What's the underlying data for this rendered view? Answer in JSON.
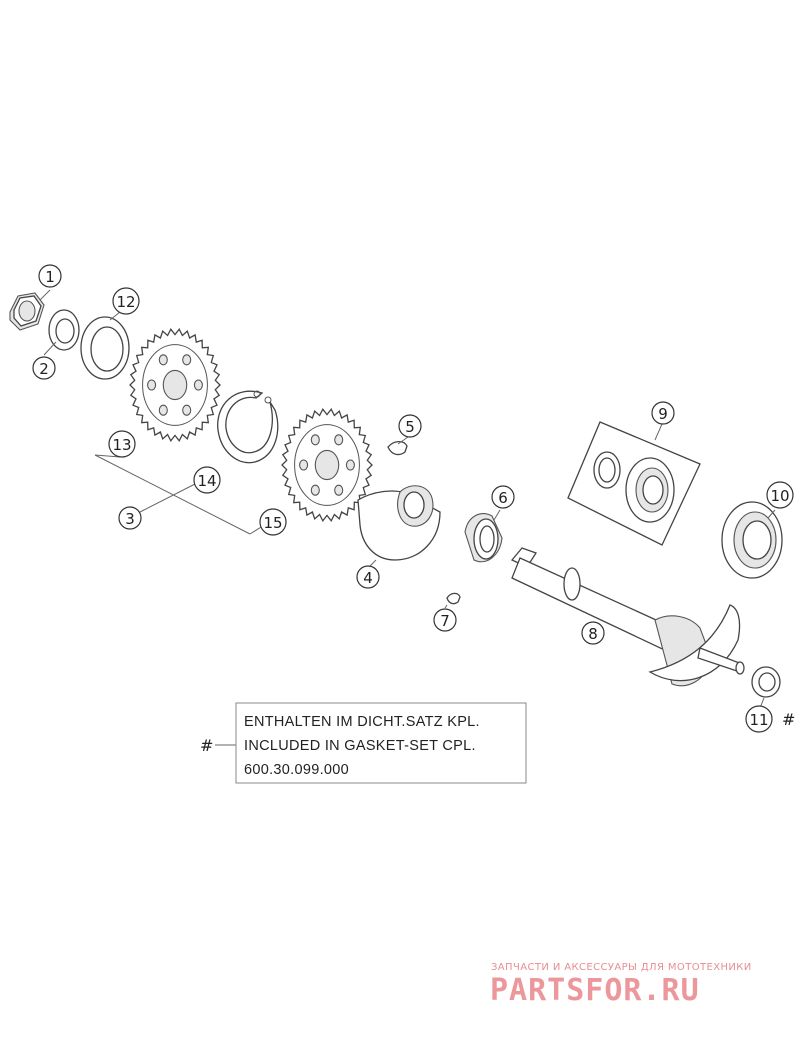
{
  "callouts": [
    "1",
    "2",
    "3",
    "4",
    "5",
    "6",
    "7",
    "8",
    "9",
    "10",
    "11",
    "12",
    "13",
    "14",
    "15"
  ],
  "hash_mark": "#",
  "note": {
    "line1": "ENTHALTEN IM DICHT.SATZ KPL.",
    "line2": "INCLUDED IN GASKET-SET CPL.",
    "line3": "600.30.099.000"
  },
  "watermark": {
    "tagline": "ЗАПЧАСТИ И АКСЕССУАРЫ ДЛЯ МОТОТЕХНИКИ",
    "brand": "PARTSFOR.RU",
    "color": "#e8868b"
  },
  "icons": [
    "nut-icon",
    "washer-icon",
    "gear-icon",
    "circlip-icon",
    "bearing-icon",
    "shaft-icon"
  ]
}
